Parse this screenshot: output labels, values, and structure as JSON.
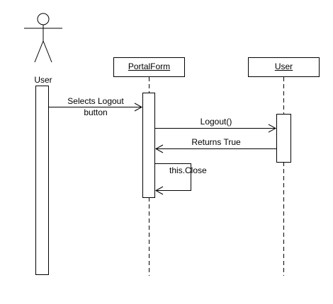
{
  "actor": {
    "name": "User"
  },
  "objects": [
    {
      "id": "portal",
      "name": "PortalForm"
    },
    {
      "id": "user",
      "name": "User"
    }
  ],
  "messages": [
    {
      "from": "User (actor)",
      "to": "PortalForm",
      "label_line1": "Selects Logout",
      "label_line2": "button",
      "kind": "sync"
    },
    {
      "from": "PortalForm",
      "to": "User",
      "label": "Logout()",
      "kind": "sync"
    },
    {
      "from": "User",
      "to": "PortalForm",
      "label": "Returns True",
      "kind": "return"
    },
    {
      "from": "PortalForm",
      "to": "PortalForm",
      "label": "this.Close",
      "kind": "self"
    }
  ]
}
